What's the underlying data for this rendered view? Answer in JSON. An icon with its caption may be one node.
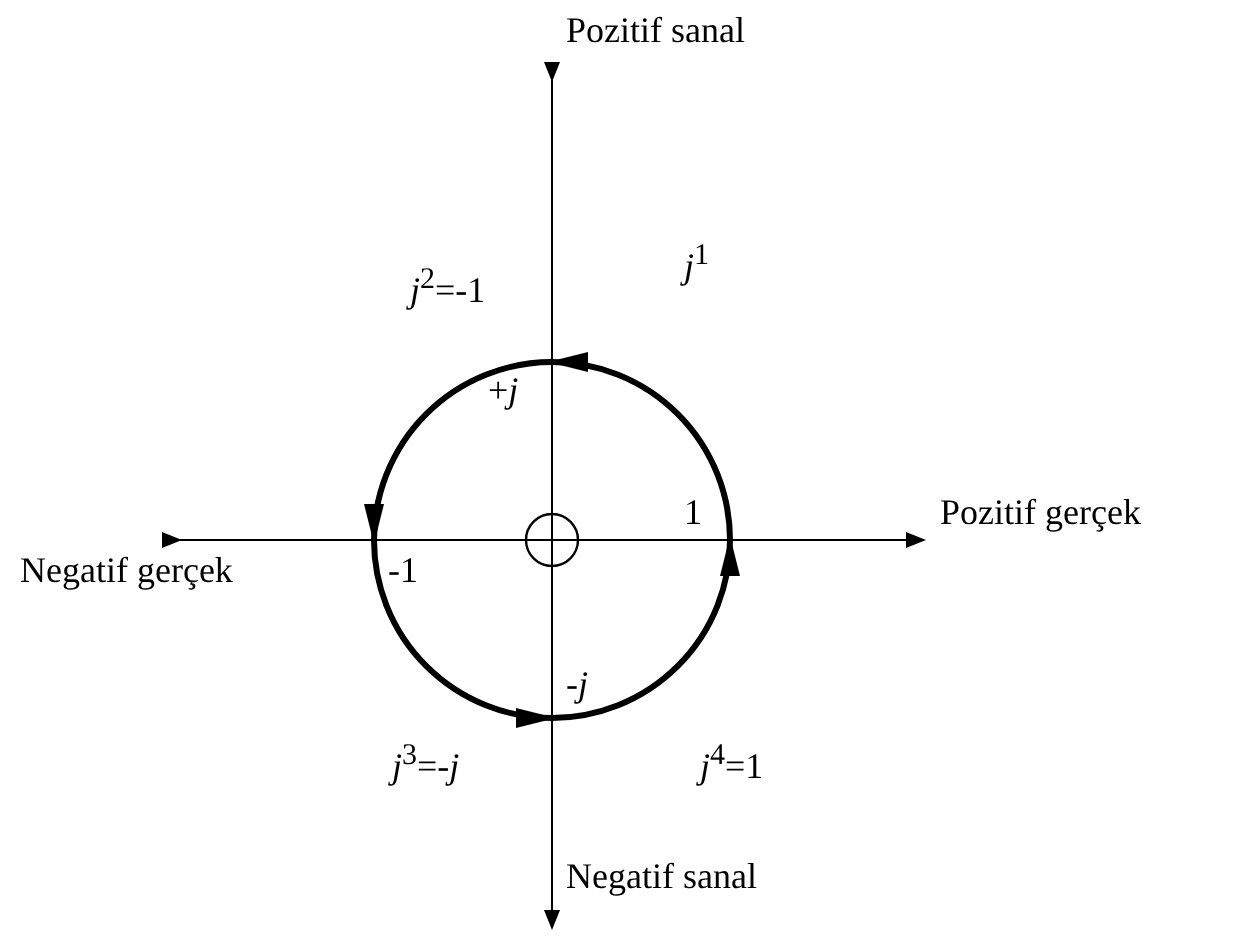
{
  "diagram": {
    "labels": [
      "Pozitif sanal",
      "*j*$^{2}$=-1",
      "*j*$^{1}$",
      "+*j*",
      "1",
      "Pozitif gerçek",
      "Negatif gerçek",
      "-1",
      "-*j*",
      "*j*$^{3}$=-*j*",
      "*j*$^{4}$=1",
      "Negatif sanal"
    ]
  }
}
